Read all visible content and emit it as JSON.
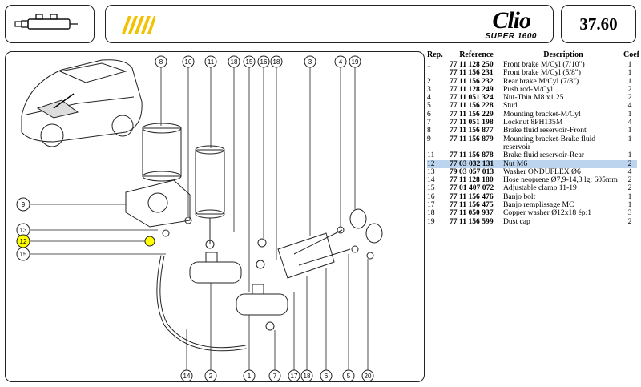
{
  "header": {
    "brand": "Clio",
    "brand_sub": "SUPER 1600",
    "page_number": "37.60",
    "accent_color": "#f2c200"
  },
  "table": {
    "headers": {
      "rep": "Rep.",
      "reference": "Reference",
      "description": "Description",
      "coef": "Coef"
    },
    "rows": [
      {
        "rep": "1",
        "reference": "77 11 128 250",
        "description": "Front brake M/Cyl (7/10\")",
        "coef": "1",
        "highlight": false
      },
      {
        "rep": "",
        "reference": "77 11 156 231",
        "description": "Front brake M/Cyl (5/8\")",
        "coef": "1",
        "highlight": false
      },
      {
        "rep": "2",
        "reference": "77 11 156 232",
        "description": "Rear brake M/Cyl (7/8\")",
        "coef": "1",
        "highlight": false
      },
      {
        "rep": "3",
        "reference": "77 11 128 249",
        "description": "Push rod-M/Cyl",
        "coef": "2",
        "highlight": false
      },
      {
        "rep": "4",
        "reference": "77 11 051 324",
        "description": "Nut-Thin M8 x1.25",
        "coef": "2",
        "highlight": false
      },
      {
        "rep": "5",
        "reference": "77 11 156 228",
        "description": "Stud",
        "coef": "4",
        "highlight": false
      },
      {
        "rep": "6",
        "reference": "77 11 156 229",
        "description": "Mounting bracket-M/Cyl",
        "coef": "1",
        "highlight": false
      },
      {
        "rep": "7",
        "reference": "77 11 051 198",
        "description": "Locknut 8PH135M",
        "coef": "4",
        "highlight": false
      },
      {
        "rep": "8",
        "reference": "77 11 156 877",
        "description": "Brake fluid reservoir-Front",
        "coef": "1",
        "highlight": false
      },
      {
        "rep": "9",
        "reference": "77 11 156 879",
        "description": "Mounting bracket-Brake fluid reservoir",
        "coef": "1",
        "highlight": false
      },
      {
        "rep": "11",
        "reference": "77 11 156 878",
        "description": "Brake fluid reservoir-Rear",
        "coef": "1",
        "highlight": false
      },
      {
        "rep": "12",
        "reference": "77 03 032 131",
        "description": "Nut M6",
        "coef": "2",
        "highlight": true
      },
      {
        "rep": "13",
        "reference": "79 03 057 013",
        "description": "Washer ONDUFLEX Ø6",
        "coef": "4",
        "highlight": false
      },
      {
        "rep": "14",
        "reference": "77 11 128 180",
        "description": "Hose neoprene Ø7,9-14,3 lg: 605mm",
        "coef": "2",
        "highlight": false
      },
      {
        "rep": "15",
        "reference": "77 01 407 072",
        "description": "Adjustable clamp 11-19",
        "coef": "2",
        "highlight": false
      },
      {
        "rep": "16",
        "reference": "77 11 156 476",
        "description": "Banjo bolt",
        "coef": "1",
        "highlight": false
      },
      {
        "rep": "17",
        "reference": "77 11 156 475",
        "description": "Banjo remplissage MC",
        "coef": "1",
        "highlight": false
      },
      {
        "rep": "18",
        "reference": "77 11 050 937",
        "description": "Copper washer Ø12x18 ép:1",
        "coef": "3",
        "highlight": false
      },
      {
        "rep": "19",
        "reference": "77 11 156 599",
        "description": "Dust cap",
        "coef": "2",
        "highlight": false
      }
    ]
  },
  "diagram": {
    "callouts_top": [
      "8",
      "10",
      "11",
      "18",
      "15",
      "16",
      "18",
      "3",
      "4",
      "19"
    ],
    "callouts_bottom": [
      "14",
      "2",
      "1",
      "7",
      "17",
      "18",
      "6",
      "5",
      "20"
    ],
    "callouts_left": [
      "9",
      "13",
      "12",
      "15"
    ],
    "highlight_color": "#ffff00"
  }
}
